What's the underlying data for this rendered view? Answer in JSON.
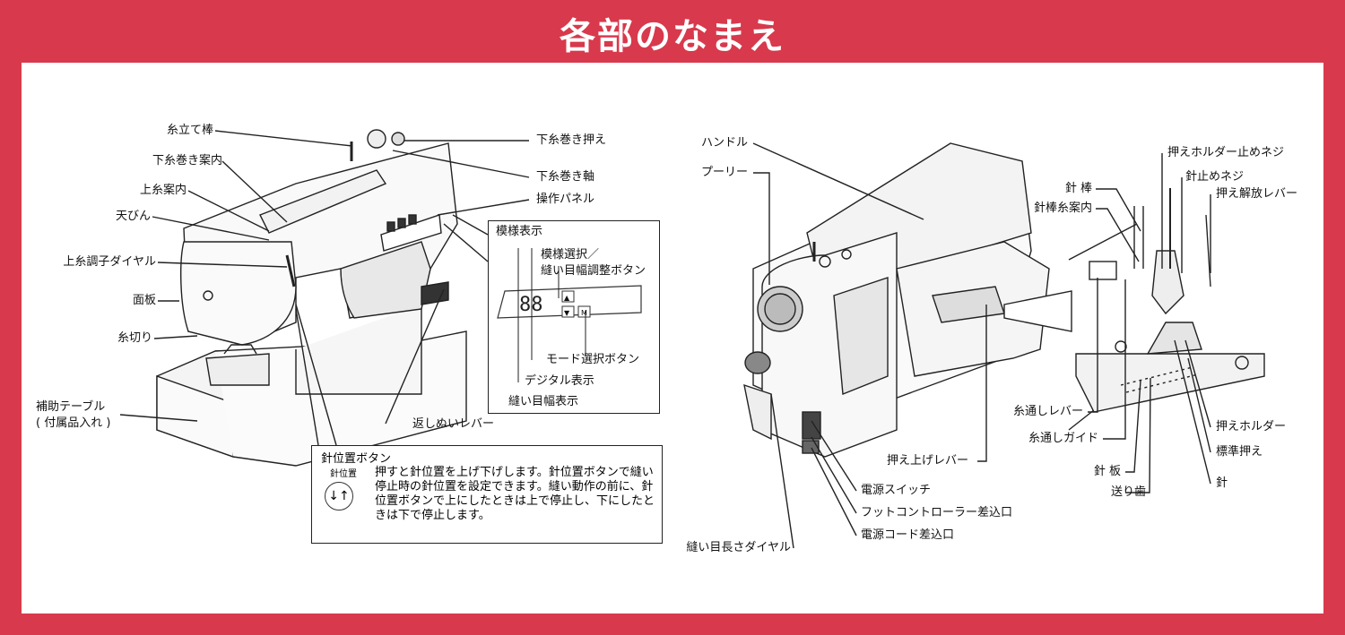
{
  "title": "各部のなまえ",
  "colors": {
    "frame": "#d8394c",
    "panel": "#ffffff",
    "line": "#111111"
  },
  "left_machine": {
    "thread_spool_pin": "糸立て棒",
    "bobbin_winding_guide": "下糸巻き案内",
    "upper_thread_guide": "上糸案内",
    "take_up_lever": "天びん",
    "tension_dial": "上糸調子ダイヤル",
    "face_plate": "面板",
    "thread_cutter": "糸切り",
    "extension_table": "補助テーブル",
    "extension_table_note": "( 付属品入れ )",
    "bobbin_winder_stopper": "下糸巻き押え",
    "bobbin_winder_shaft": "下糸巻き軸",
    "control_panel": "操作パネル",
    "reverse_lever": "返しぬいレバー"
  },
  "display_box": {
    "pattern_display": "模様表示",
    "pattern_select": "模様選択／",
    "width_adjust_button": "縫い目幅調整ボタン",
    "mode_button": "モード選択ボタン",
    "digital_display": "デジタル表示",
    "width_display": "縫い目幅表示",
    "up_icon": "▲",
    "down_icon": "▼",
    "m_key": "M"
  },
  "needle_position_box": {
    "heading": "針位置ボタン",
    "icon_label": "針位置",
    "icon_symbol": "↓↑",
    "description": "押すと針位置を上げ下げします。針位置ボタンで縫い停止時の針位置を設定できます。縫い動作の前に、針位置ボタンで上にしたときは上で停止し、下にしたときは下で停止します。"
  },
  "right_machine": {
    "handle": "ハンドル",
    "pulley": "プーリー",
    "presser_lever": "押え上げレバー",
    "power_switch": "電源スイッチ",
    "foot_controller_jack": "フットコントローラー差込口",
    "power_cord_jack": "電源コード差込口",
    "stitch_length_dial": "縫い目長さダイヤル"
  },
  "detail": {
    "needle_bar": "針 棒",
    "needle_bar_thread_guide": "針棒糸案内",
    "threader_lever": "糸通しレバー",
    "threader_guide": "糸通しガイド",
    "needle_plate": "針 板",
    "feed_dogs": "送り歯",
    "holder_screw": "押えホルダー止めネジ",
    "needle_clamp_screw": "針止めネジ",
    "presser_release_lever": "押え解放レバー",
    "presser_holder": "押えホルダー",
    "standard_foot": "標準押え",
    "needle": "針"
  }
}
